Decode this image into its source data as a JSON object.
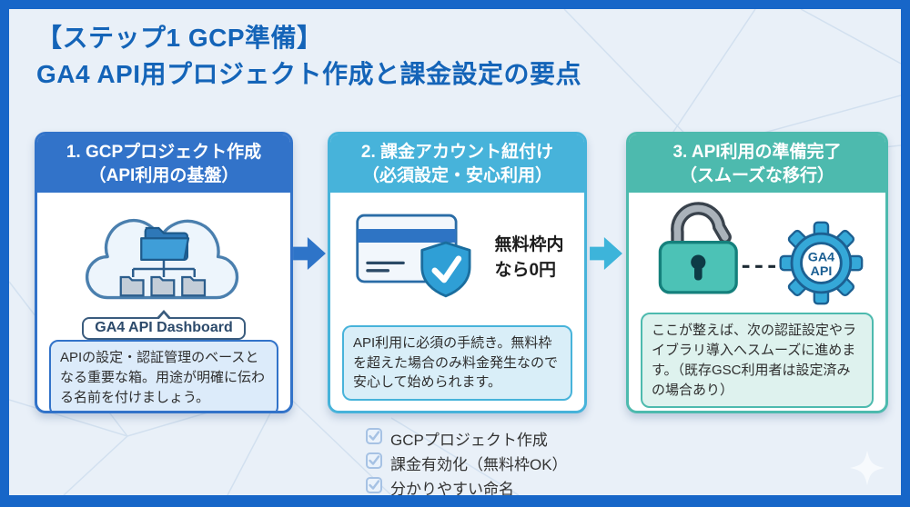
{
  "title": {
    "line1": "【ステップ1 GCP準備】",
    "line2": "GA4 API用プロジェクト作成と課金設定の要点"
  },
  "steps": [
    {
      "header_line1": "1. GCPプロジェクト作成",
      "header_line2": "（API利用の基盤）",
      "accent_color": "#3273c9",
      "badge_label": "GA4 API Dashboard",
      "description": "APIの設定・認証管理のベースとなる重要な箱。用途が明確に伝わる名前を付けましょう。"
    },
    {
      "header_line1": "2. 課金アカウント紐付け",
      "header_line2": "（必須設定・安心利用）",
      "accent_color": "#47b3da",
      "callout_line1": "無料枠内",
      "callout_line2": "なら0円",
      "description": "API利用に必須の手続き。無料枠を超えた場合のみ料金発生なので安心して始められます。"
    },
    {
      "header_line1": "3. API利用の準備完了",
      "header_line2": "（スムーズな移行）",
      "accent_color": "#4dbaae",
      "gear_label_line1": "GA4",
      "gear_label_line2": "API",
      "description": "ここが整えば、次の認証設定やライブラリ導入へスムーズに進めます。（既存GSC利用者は設定済みの場合あり）"
    }
  ],
  "checklist": {
    "items": [
      "GCPプロジェクト作成",
      "課金有効化（無料枠OK）",
      "分かりやすい命名"
    ]
  },
  "colors": {
    "frame_border": "#1766c8",
    "background": "#e9f0f8",
    "title_text": "#1464b8",
    "step1_accent": "#3273c9",
    "step2_accent": "#47b3da",
    "step3_accent": "#4dbaae",
    "arrow1": "#2e74c8",
    "arrow2": "#3db4da",
    "checkbox": "#a6c2e4"
  },
  "icons": {
    "cloud_project": "cloud-with-folder-tree",
    "credit_card": "credit-card",
    "shield_check": "shield-with-checkmark",
    "padlock_open": "open-padlock",
    "gear": "gear-ga4-api",
    "checkbox_checked": "checked-box",
    "arrow_right": "arrow-right",
    "sparkle": "four-point-star"
  }
}
